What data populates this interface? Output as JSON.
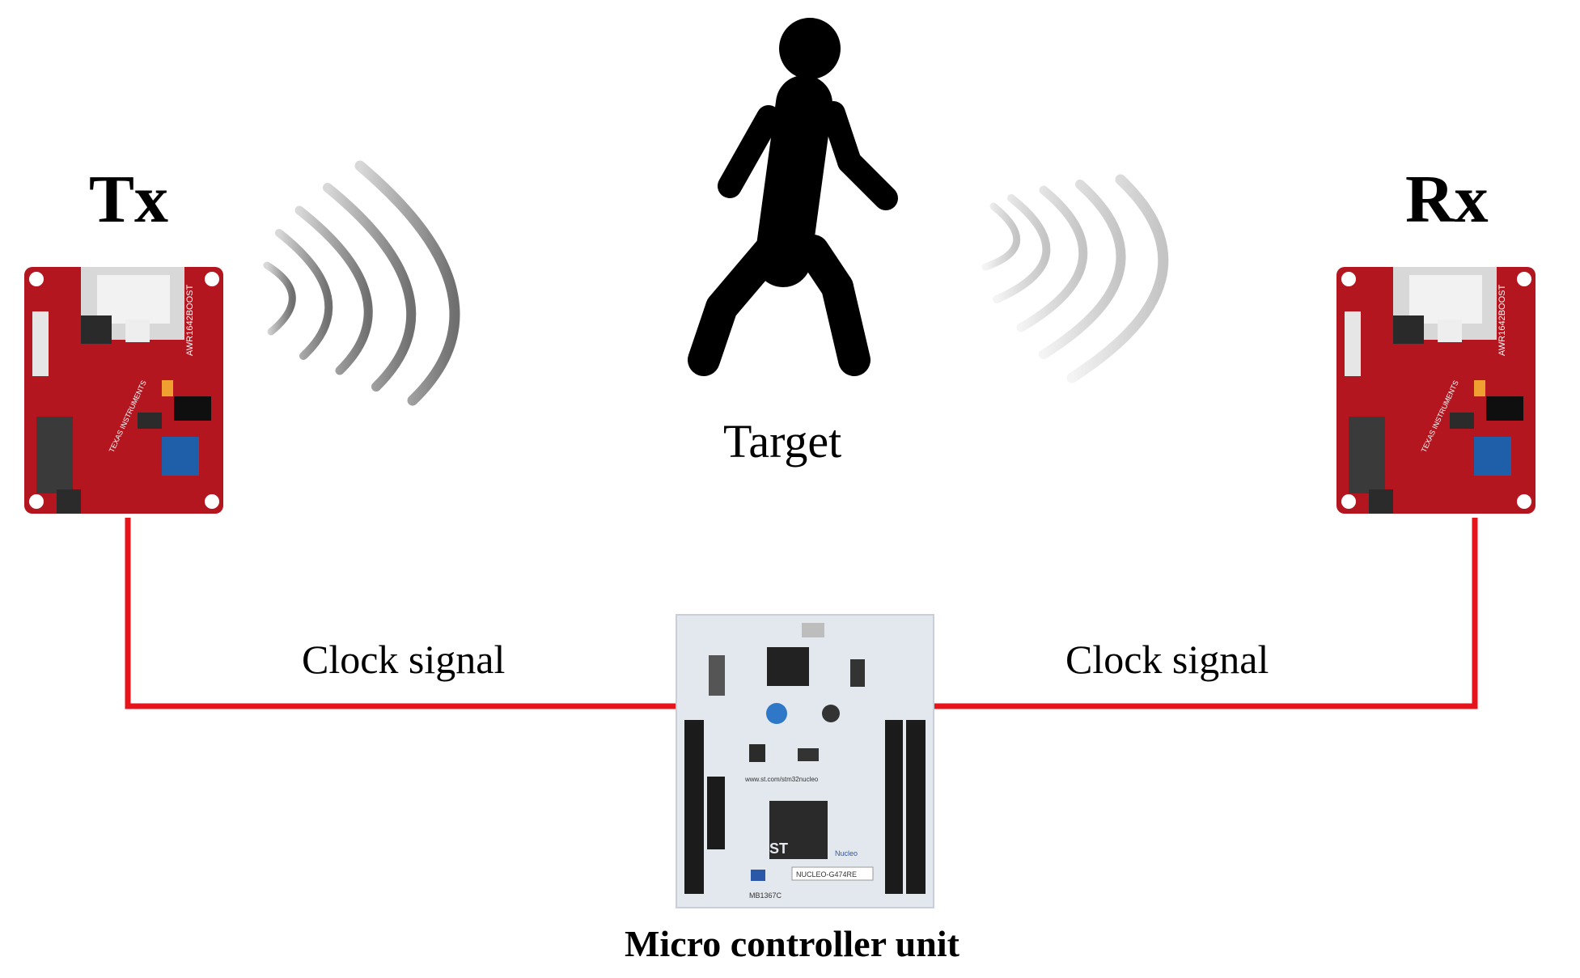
{
  "labels": {
    "tx": "Tx",
    "rx": "Rx",
    "target": "Target",
    "clock_left": "Clock signal",
    "clock_right": "Clock signal",
    "mcu": "Micro controller unit"
  },
  "icons": {
    "person": "walking-person-icon",
    "tx_board": "radar-board-icon",
    "rx_board": "radar-board-icon",
    "mcu_board": "microcontroller-board-icon",
    "tx_waves": "transmit-wave-icon",
    "rx_waves": "receive-wave-icon"
  },
  "board_texts": {
    "radar_model": "AWR1642BOOST",
    "radar_maker": "TEXAS INSTRUMENTS",
    "mcu_brand": "ST",
    "mcu_model": "NUCLEO-G474RE",
    "mcu_revision": "MB1367C",
    "mcu_url": "www.st.com/stm32nucleo",
    "mcu_nucleo": "Nucleo"
  },
  "colors": {
    "wire": "#e8141b",
    "radar_pcb": "#b3161f",
    "mcu_pcb": "#e3e7ee",
    "tx_wave": "#8c8c8c",
    "rx_wave": "#cfcfcf",
    "text": "#000000"
  }
}
